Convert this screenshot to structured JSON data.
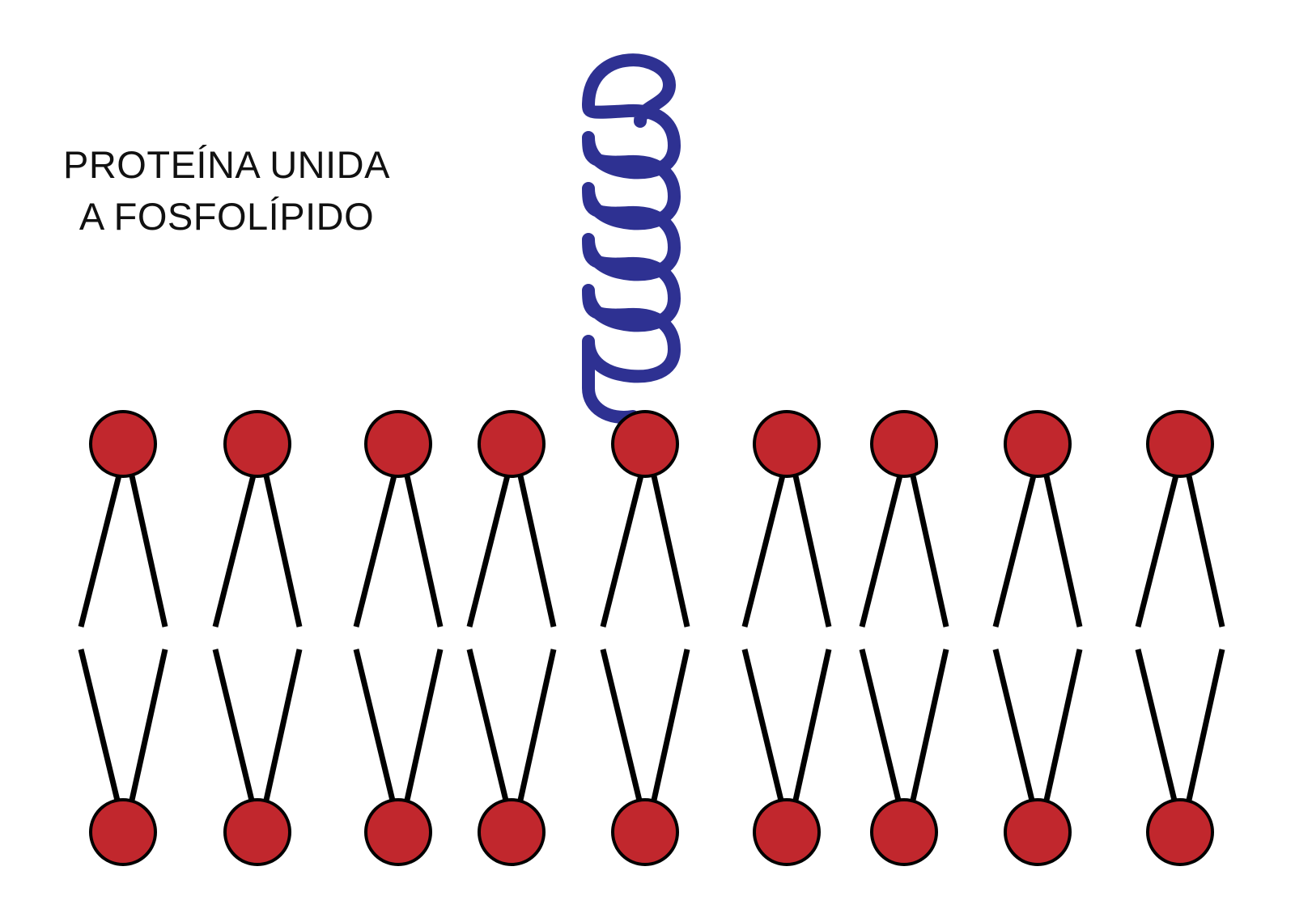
{
  "label": {
    "line1": "PROTEÍNA UNIDA",
    "line2": "A FOSFOLÍPIDO"
  },
  "phospholipid_count_per_layer": 9,
  "protein_anchor_phospholipid": 5,
  "colors": {
    "protein": "#2E3192",
    "phospholipid_head": "#C1272D",
    "outline": "#000000",
    "background": "#FFFFFF"
  }
}
